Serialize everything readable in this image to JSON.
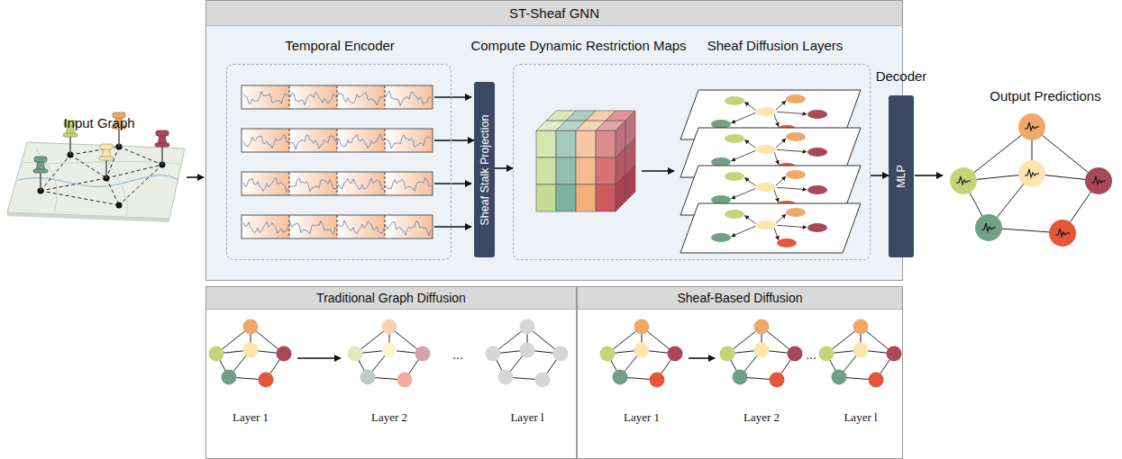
{
  "diagram": {
    "nodes": [
      {
        "text": [
          "ST-Sheaf GNN"
        ]
      },
      {
        "text": [
          "Temporal Encoder"
        ],
        "in": 0
      },
      {
        "text": [
          "Sheaf Stalk Projection"
        ],
        "in": 0
      },
      {
        "text": [
          "Compute Dynamic Restriction Maps",
          "Sheaf Diffusion Layers"
        ],
        "in": 0
      },
      {
        "text": [
          "Decoder",
          "MLP"
        ],
        "in": 0
      },
      {
        "text": [
          "Traditional Graph Diffusion"
        ]
      },
      {
        "text": [
          "Sheaf-Based Diffusion"
        ]
      }
    ],
    "edges": [
      {
        "from": 1,
        "to": 2,
        "arrow": "to"
      },
      {
        "from": 2,
        "to": 3,
        "arrow": "to"
      },
      {
        "from": 3,
        "to": 4,
        "arrow": "to"
      }
    ],
    "labels": [
      "Input Graph",
      "Output Predictions",
      "Layer 1",
      "Layer 2",
      "...",
      "Layer l",
      "Layer 1",
      "Layer 2",
      "...",
      "Layer l"
    ]
  }
}
